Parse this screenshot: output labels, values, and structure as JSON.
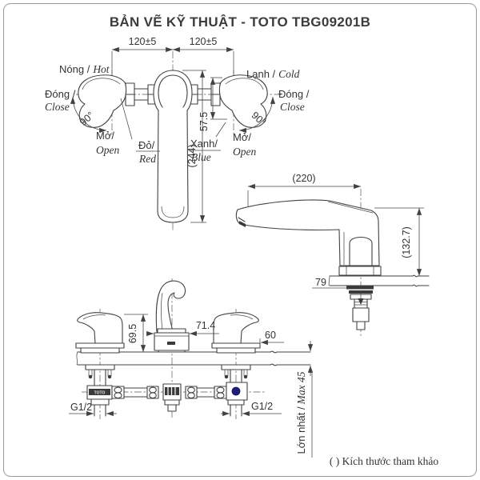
{
  "title": "BẢN VẼ KỸ THUẬT - TOTO TBG09201B",
  "footnote": "( ) Kích thước tham khảo",
  "colors": {
    "line": "#424242",
    "text": "#333333",
    "title": "#3c3c3c",
    "border": "#9b9b9b",
    "blue_dot": "#1e1e78"
  },
  "top_view": {
    "dim_left": "120±5",
    "dim_right": "120±5",
    "hot_vi": "Nóng /",
    "hot_en": "Hot",
    "cold_vi": "Lạnh /",
    "cold_en": "Cold",
    "close_vi": "Đóng /",
    "close_en": "Close",
    "open_vi": "Mở/",
    "open_en": "Open",
    "angle": "90°",
    "red_vi": "Đỏ/",
    "red_en": "Red",
    "blue_vi": "Xanh/",
    "blue_en": "Blue",
    "spout_length": "(244)",
    "handle_depth": "57.5"
  },
  "side_view": {
    "reach": "(220)",
    "height": "(132.7)",
    "hole": "79"
  },
  "front_view": {
    "handle_height": "69.5",
    "spout_base": "71.4",
    "handle_width": "60",
    "thread": "G1/2",
    "max_vi": "Lớn nhất /",
    "max_en": "Max 45",
    "brand": "TOTO"
  }
}
